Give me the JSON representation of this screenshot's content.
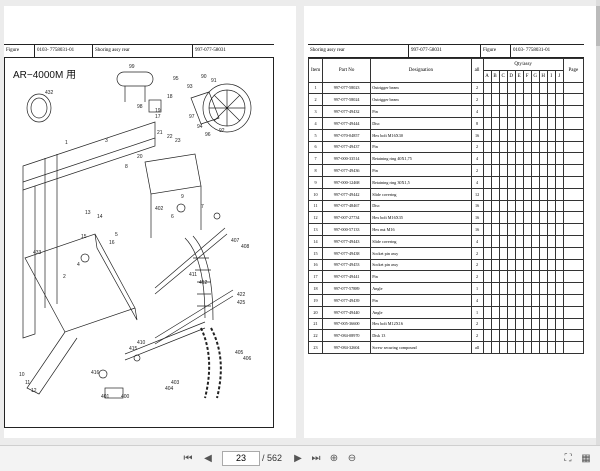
{
  "left_page": {
    "header": {
      "figure_label": "Figure",
      "figure_no": "0103- 7758031-01",
      "title": "Shoring assy rear",
      "part_no": "997-077-58031"
    },
    "diagram_title": "AR−4000M 用",
    "callouts": [
      "1",
      "2",
      "3",
      "4",
      "5",
      "6",
      "7",
      "8",
      "9",
      "10",
      "11",
      "12",
      "13",
      "14",
      "15",
      "16",
      "17",
      "18",
      "19",
      "20",
      "21",
      "22",
      "23",
      "400",
      "401",
      "402",
      "403",
      "404",
      "405",
      "406",
      "407",
      "408",
      "410",
      "411",
      "412",
      "415",
      "416",
      "422",
      "425",
      "432",
      "433",
      "90",
      "91",
      "92",
      "93",
      "94",
      "95",
      "96",
      "97",
      "98",
      "99"
    ]
  },
  "right_page": {
    "header": {
      "title": "Shoring assy rear",
      "part_no": "997-077-58031",
      "figure_label": "Figure",
      "figure_no": "0103- 7758031-01"
    },
    "columns": {
      "item": "Item",
      "part_no": "Part No",
      "designation": "Designation",
      "all": "all",
      "qty": "Qty/assy",
      "page": "Page",
      "letters": [
        "A",
        "B",
        "C",
        "D",
        "E",
        "F",
        "G",
        "H",
        "I",
        "J"
      ]
    },
    "rows": [
      {
        "item": "1",
        "part_no": "997-077-58023",
        "designation": "Outrigger beam",
        "qty": "2"
      },
      {
        "item": "2",
        "part_no": "997-077-58024",
        "designation": "Outrigger beam",
        "qty": "2"
      },
      {
        "item": "3",
        "part_no": "997-077-49432",
        "designation": "Pin",
        "qty": "4"
      },
      {
        "item": "4",
        "part_no": "997-077-49444",
        "designation": "Disc",
        "qty": "8"
      },
      {
        "item": "5",
        "part_no": "997-070-04857",
        "designation": "Hex bolt  M16X30",
        "qty": "16"
      },
      {
        "item": "6",
        "part_no": "997-077-49437",
        "designation": "Pin",
        "qty": "2"
      },
      {
        "item": "7",
        "part_no": "997-000-33514",
        "designation": "Retaining ring  40X1,75",
        "qty": "4"
      },
      {
        "item": "8",
        "part_no": "997-077-49436",
        "designation": "Pin",
        "qty": "2"
      },
      {
        "item": "9",
        "part_no": "997-000-12468",
        "designation": "Retaining ring  30X1,5",
        "qty": "4"
      },
      {
        "item": "10",
        "part_no": "997-077-49442",
        "designation": "Slide covering",
        "qty": "12"
      },
      {
        "item": "11",
        "part_no": "997-077-48467",
        "designation": "Disc",
        "qty": "16"
      },
      {
        "item": "12",
        "part_no": "997-007-27734",
        "designation": "Hex bolt  M16X35",
        "qty": "16"
      },
      {
        "item": "13",
        "part_no": "997-000-57133",
        "designation": "Hex nut  M16",
        "qty": "16"
      },
      {
        "item": "14",
        "part_no": "997-077-49443",
        "designation": "Slide covering",
        "qty": "4"
      },
      {
        "item": "15",
        "part_no": "997-077-49438",
        "designation": "Socket pin  assy",
        "qty": "2"
      },
      {
        "item": "16",
        "part_no": "997-077-49453",
        "designation": "Socket pin  assy",
        "qty": "2"
      },
      {
        "item": "17",
        "part_no": "997-077-49441",
        "designation": "Pin",
        "qty": "2"
      },
      {
        "item": "18",
        "part_no": "997-077-57889",
        "designation": "Angle",
        "qty": "1"
      },
      {
        "item": "19",
        "part_no": "997-077-49439",
        "designation": "Pin",
        "qty": "4"
      },
      {
        "item": "20",
        "part_no": "997-077-49440",
        "designation": "Angle",
        "qty": "1"
      },
      {
        "item": "21",
        "part_no": "997-005-36600",
        "designation": "Hex bolt  M12X16",
        "qty": "2"
      },
      {
        "item": "22",
        "part_no": "997-084-08970",
        "designation": "Disk  13",
        "qty": "2"
      },
      {
        "item": "23",
        "part_no": "997-084-32604",
        "designation": "Screw securing compound",
        "qty": "all"
      }
    ]
  },
  "toolbar": {
    "current_page": "23",
    "total_pages": "/ 562"
  }
}
